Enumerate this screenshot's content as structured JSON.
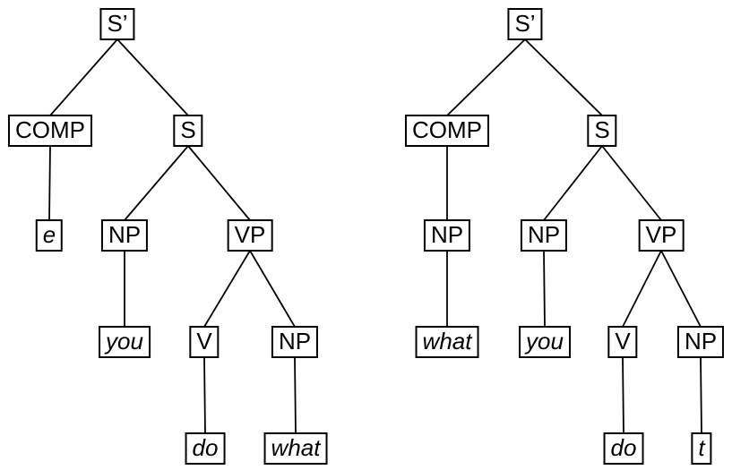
{
  "diagram": {
    "colors": {
      "background": "#ffffff",
      "box_border": "#000000",
      "edge_stroke": "#000000",
      "text": "#000000"
    }
  },
  "trees": [
    {
      "id": "left",
      "nodes": [
        {
          "id": "sp",
          "label": "S’",
          "type": "category"
        },
        {
          "id": "comp",
          "label": "COMP",
          "type": "category"
        },
        {
          "id": "s",
          "label": "S",
          "type": "category"
        },
        {
          "id": "e",
          "label": "e",
          "type": "terminal"
        },
        {
          "id": "np1",
          "label": "NP",
          "type": "category"
        },
        {
          "id": "vp",
          "label": "VP",
          "type": "category"
        },
        {
          "id": "you",
          "label": "you",
          "type": "terminal"
        },
        {
          "id": "v",
          "label": "V",
          "type": "category"
        },
        {
          "id": "np2",
          "label": "NP",
          "type": "category"
        },
        {
          "id": "do",
          "label": "do",
          "type": "terminal"
        },
        {
          "id": "what",
          "label": "what",
          "type": "terminal"
        }
      ],
      "edges": [
        [
          "sp",
          "comp"
        ],
        [
          "sp",
          "s"
        ],
        [
          "comp",
          "e"
        ],
        [
          "s",
          "np1"
        ],
        [
          "s",
          "vp"
        ],
        [
          "np1",
          "you"
        ],
        [
          "vp",
          "v"
        ],
        [
          "vp",
          "np2"
        ],
        [
          "v",
          "do"
        ],
        [
          "np2",
          "what"
        ]
      ]
    },
    {
      "id": "right",
      "nodes": [
        {
          "id": "sp",
          "label": "S’",
          "type": "category"
        },
        {
          "id": "comp",
          "label": "COMP",
          "type": "category"
        },
        {
          "id": "s",
          "label": "S",
          "type": "category"
        },
        {
          "id": "np_comp",
          "label": "NP",
          "type": "category"
        },
        {
          "id": "np_subj",
          "label": "NP",
          "type": "category"
        },
        {
          "id": "vp",
          "label": "VP",
          "type": "category"
        },
        {
          "id": "what",
          "label": "what",
          "type": "terminal"
        },
        {
          "id": "you",
          "label": "you",
          "type": "terminal"
        },
        {
          "id": "v",
          "label": "V",
          "type": "category"
        },
        {
          "id": "np_obj",
          "label": "NP",
          "type": "category"
        },
        {
          "id": "do",
          "label": "do",
          "type": "terminal"
        },
        {
          "id": "t",
          "label": "t",
          "type": "terminal"
        }
      ],
      "edges": [
        [
          "sp",
          "comp"
        ],
        [
          "sp",
          "s"
        ],
        [
          "comp",
          "np_comp"
        ],
        [
          "np_comp",
          "what"
        ],
        [
          "s",
          "np_subj"
        ],
        [
          "s",
          "vp"
        ],
        [
          "np_subj",
          "you"
        ],
        [
          "vp",
          "v"
        ],
        [
          "vp",
          "np_obj"
        ],
        [
          "v",
          "do"
        ],
        [
          "np_obj",
          "t"
        ]
      ]
    }
  ]
}
